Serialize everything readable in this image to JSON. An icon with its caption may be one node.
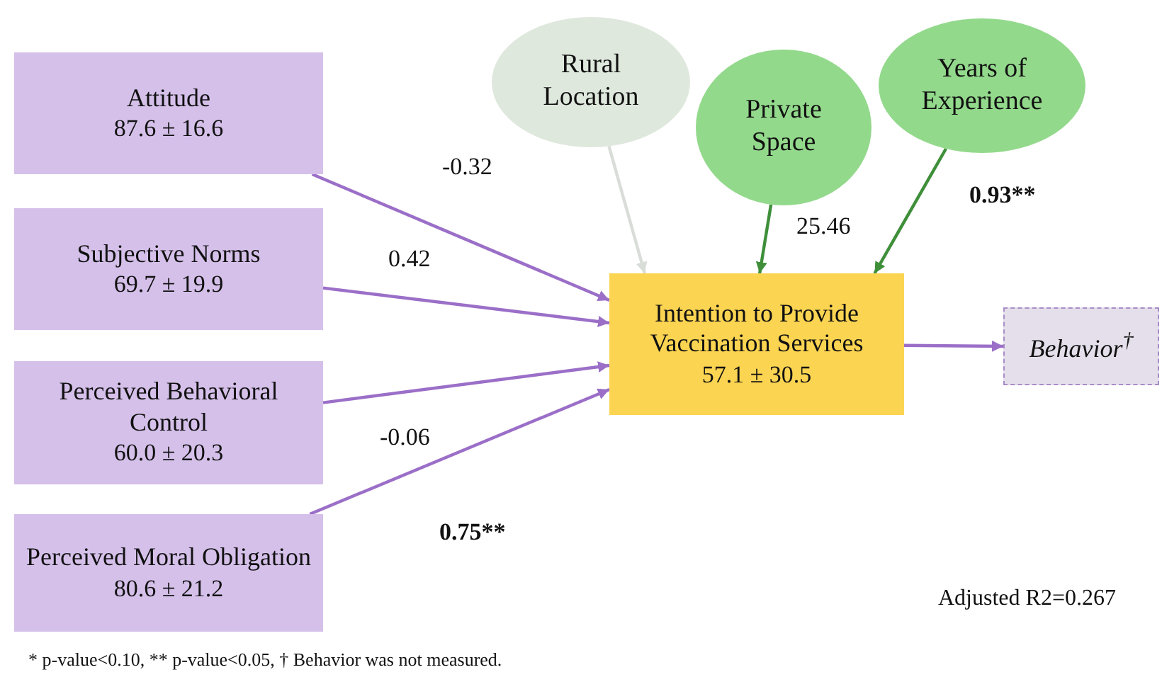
{
  "diagram": {
    "nodes": [
      {
        "text": [
          "Attitude",
          "87.6 ± 16.6"
        ]
      },
      {
        "text": [
          "Subjective Norms",
          "69.7 ± 19.9"
        ]
      },
      {
        "text": [
          "Perceived Behavioral Control",
          "60.0 ± 20.3"
        ]
      },
      {
        "text": [
          "Perceived Moral Obligation",
          "80.6 ± 21.2"
        ]
      },
      {
        "text": [
          "Rural Location"
        ]
      },
      {
        "text": [
          "Private Space"
        ]
      },
      {
        "text": [
          "Years of Experience"
        ]
      },
      {
        "text": [
          "Intention to Provide Vaccination Services",
          "57.1 ± 30.5"
        ]
      },
      {
        "text": [
          "Behavior$^{†}$"
        ]
      }
    ],
    "edges": [
      {
        "from": 0,
        "to": 7,
        "arrow": "to",
        "label": "-0.32"
      },
      {
        "from": 1,
        "to": 7,
        "arrow": "to",
        "label": "0.42"
      },
      {
        "from": 2,
        "to": 7,
        "arrow": "to",
        "label": "-0.06"
      },
      {
        "from": 3,
        "to": 7,
        "arrow": "to",
        "label": "0.75**"
      },
      {
        "from": 4,
        "to": 7,
        "arrow": "to",
        "color": "#d8ddd8"
      },
      {
        "from": 5,
        "to": 7,
        "arrow": "to",
        "label": "25.46",
        "color": "#3f8f3a"
      },
      {
        "from": 6,
        "to": 7,
        "arrow": "to",
        "label": "0.93**",
        "color": "#3f8f3a"
      },
      {
        "from": 7,
        "to": 8,
        "arrow": "to"
      }
    ],
    "labels": [
      "Adjusted R2=0.267",
      "* p-value<0.10, ** p-value<0.05, † Behavior was not measured."
    ]
  }
}
